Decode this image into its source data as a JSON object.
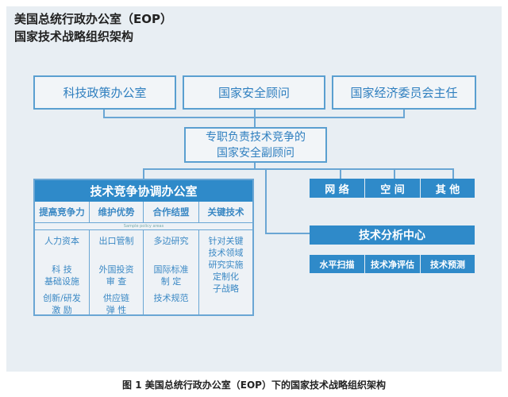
{
  "title_lines": [
    "美国总统行政办公室（EOP）",
    "国家技术战略组织架构"
  ],
  "top_boxes": [
    "科技政策办公室",
    "国家安全顾问",
    "国家经济委员会主任"
  ],
  "deputy": [
    "专职负责技术竞争的",
    "国家安全副顾问"
  ],
  "coordination_office": {
    "title": "技术竞争协调办公室",
    "note": "Sample policy areas",
    "columns": [
      {
        "header": "提高竞争力",
        "items": [
          "人力资本",
          "科 技\n基础设施",
          "创新/研发\n激 励"
        ]
      },
      {
        "header": "维护优势",
        "items": [
          "出口管制",
          "外国投资\n审 查",
          "供应链\n弹 性"
        ]
      },
      {
        "header": "合作结盟",
        "items": [
          "多边研究",
          "国际标准\n制 定",
          "技术规范"
        ]
      },
      {
        "header": "关键技术",
        "items": [
          "针对关键\n技术领域\n研究实施\n定制化\n子战略"
        ]
      }
    ]
  },
  "domains": [
    "网 络",
    "空 间",
    "其 他"
  ],
  "analysis_center": {
    "title": "技术分析中心",
    "items": [
      "水平扫描",
      "技术净评估",
      "技术预测"
    ]
  },
  "caption": "图 1 美国总统行政办公室（EOP）下的国家技术战略组织架构",
  "colors": {
    "accent": "#2f8ac9",
    "panel": "#e8eef3"
  }
}
